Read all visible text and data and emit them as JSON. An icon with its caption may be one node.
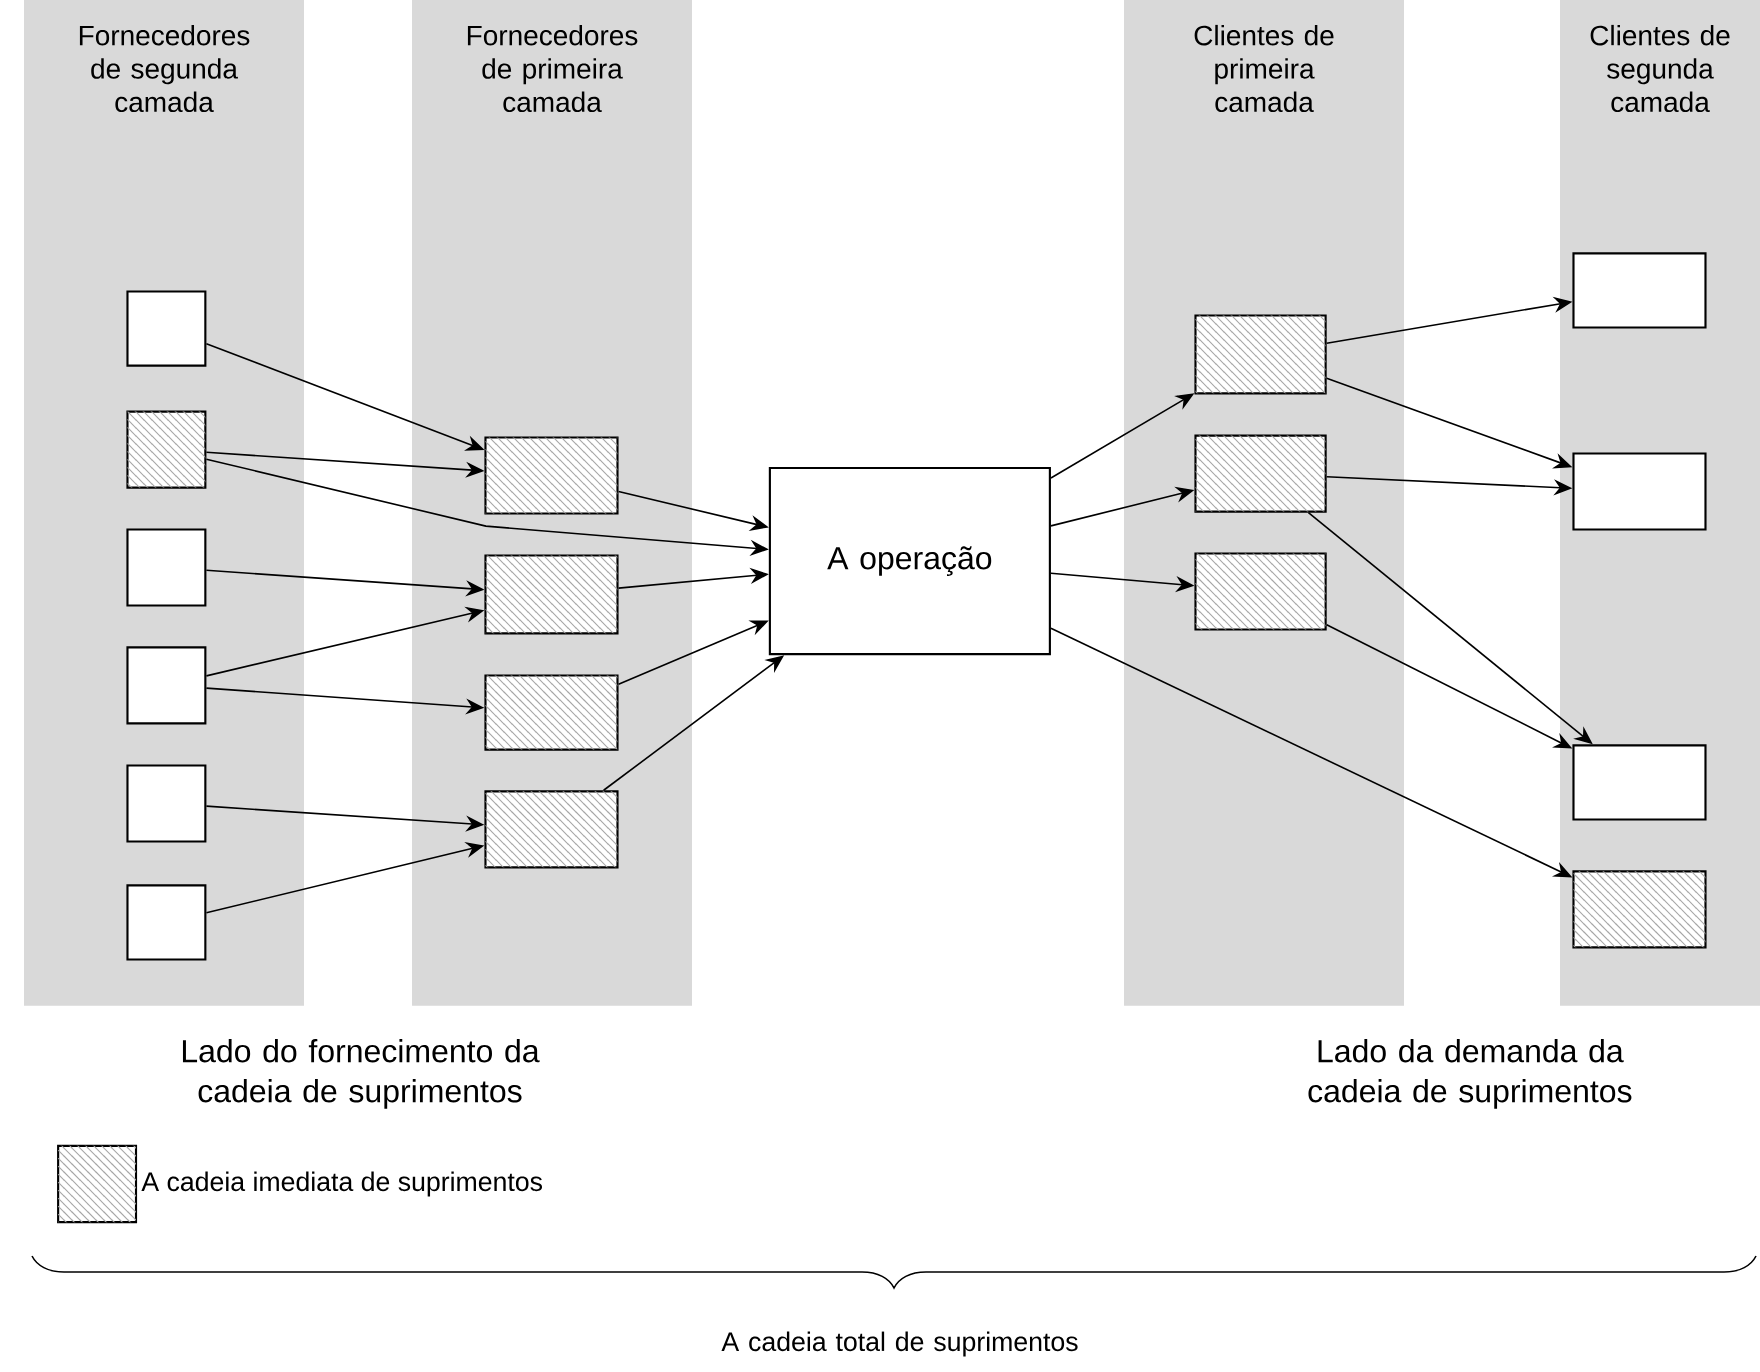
{
  "diagram": {
    "nodes": [
      {
        "text": [
          "Fornecedores de segunda camada"
        ]
      },
      {
        "text": [
          "Fornecedores de primeira camada"
        ]
      },
      {
        "text": [
          "Clientes de primeira camada"
        ]
      },
      {
        "text": [
          "Clientes de segunda camada"
        ]
      },
      {
        "text": [],
        "shape": "box",
        "in": 0
      },
      {
        "text": [],
        "shape": "box",
        "in": 0
      },
      {
        "text": [],
        "shape": "box",
        "in": 0
      },
      {
        "text": [],
        "shape": "box",
        "in": 0
      },
      {
        "text": [],
        "shape": "box",
        "in": 0
      },
      {
        "text": [],
        "shape": "box",
        "in": 0
      },
      {
        "text": [],
        "shape": "box",
        "in": 1
      },
      {
        "text": [],
        "shape": "box",
        "in": 1
      },
      {
        "text": [],
        "shape": "box",
        "in": 1
      },
      {
        "text": [],
        "shape": "box",
        "in": 1
      },
      {
        "text": [
          "A operação"
        ]
      },
      {
        "text": [],
        "shape": "box",
        "in": 2
      },
      {
        "text": [],
        "shape": "box",
        "in": 2
      },
      {
        "text": [],
        "shape": "box",
        "in": 2
      },
      {
        "text": [],
        "shape": "box",
        "in": 3
      },
      {
        "text": [],
        "shape": "box",
        "in": 3
      },
      {
        "text": [],
        "shape": "box",
        "in": 3
      },
      {
        "text": [],
        "shape": "box",
        "in": 3
      }
    ],
    "edges": [
      {
        "from": 4,
        "to": 10,
        "arrow": "to"
      },
      {
        "from": 5,
        "to": 10,
        "arrow": "to"
      },
      {
        "from": 5,
        "to": 14,
        "arrow": "to"
      },
      {
        "from": 6,
        "to": 11,
        "arrow": "to"
      },
      {
        "from": 7,
        "to": 11,
        "arrow": "to"
      },
      {
        "from": 7,
        "to": 12,
        "arrow": "to"
      },
      {
        "from": 8,
        "to": 13,
        "arrow": "to"
      },
      {
        "from": 9,
        "to": 13,
        "arrow": "to"
      },
      {
        "from": 10,
        "to": 14,
        "arrow": "to"
      },
      {
        "from": 11,
        "to": 14,
        "arrow": "to"
      },
      {
        "from": 12,
        "to": 14,
        "arrow": "to"
      },
      {
        "from": 13,
        "to": 14,
        "arrow": "to"
      },
      {
        "from": 14,
        "to": 15,
        "arrow": "to"
      },
      {
        "from": 14,
        "to": 16,
        "arrow": "to"
      },
      {
        "from": 14,
        "to": 17,
        "arrow": "to"
      },
      {
        "from": 14,
        "to": 21,
        "arrow": "to"
      },
      {
        "from": 15,
        "to": 18,
        "arrow": "to"
      },
      {
        "from": 15,
        "to": 19,
        "arrow": "to"
      },
      {
        "from": 16,
        "to": 19,
        "arrow": "to"
      },
      {
        "from": 16,
        "to": 20,
        "arrow": "to"
      },
      {
        "from": 17,
        "to": 20,
        "arrow": "to"
      }
    ],
    "labels": [
      "Lado do fornecimento da cadeia de suprimentos",
      "Lado da demanda da cadeia de suprimentos",
      "A cadeia total de suprimentos"
    ],
    "legend": [
      {
        "text": "A cadeia imediata de suprimentos"
      }
    ]
  }
}
